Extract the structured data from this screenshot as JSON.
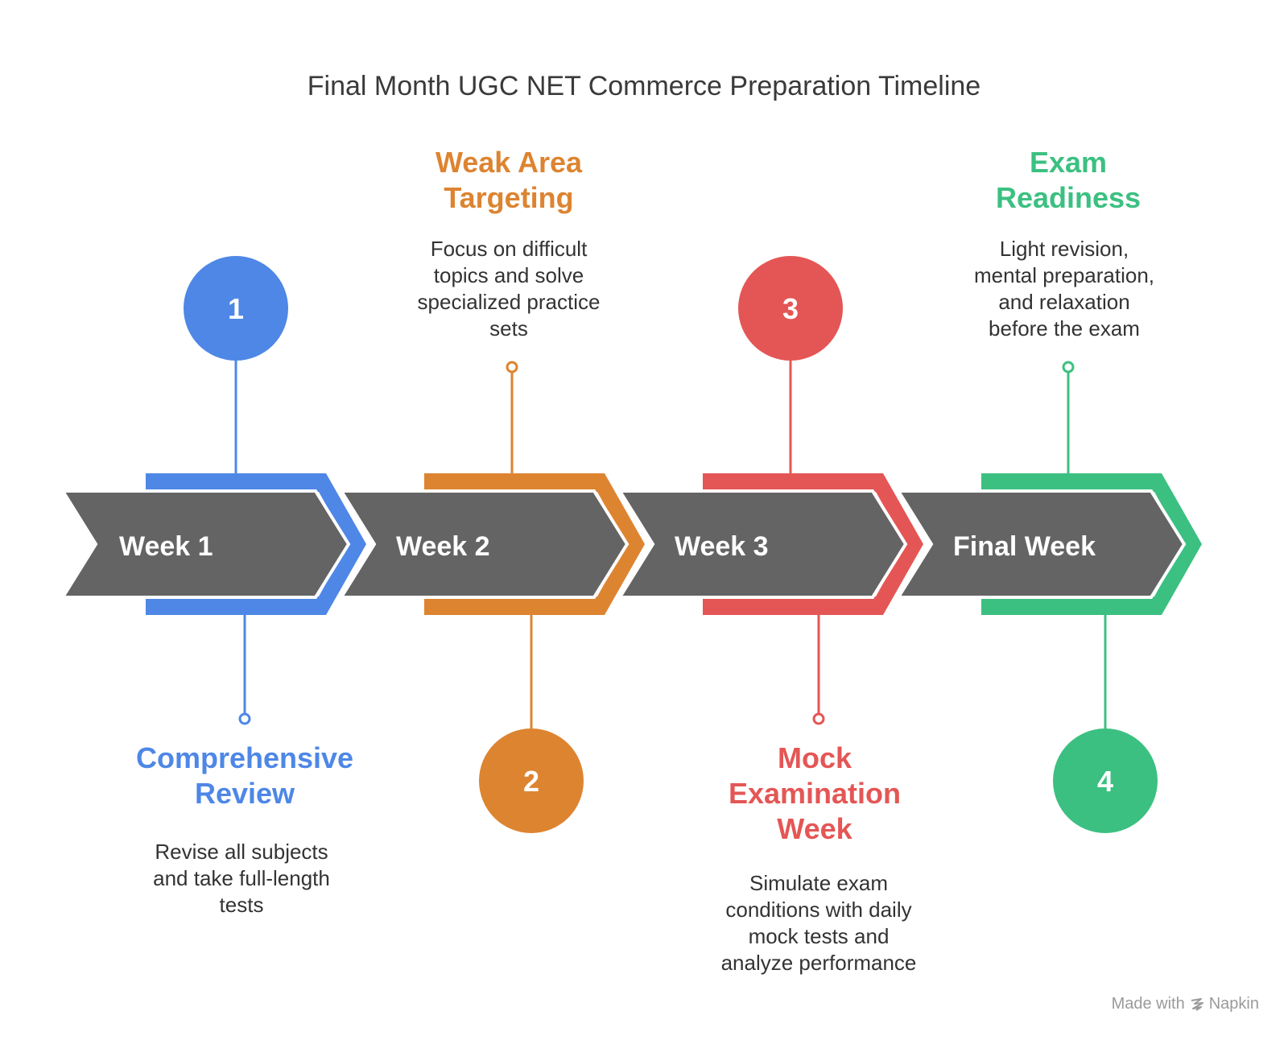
{
  "title": "Final Month UGC NET Commerce Preparation Timeline",
  "steps": [
    {
      "number": "1",
      "week": "Week 1",
      "heading": [
        "Comprehensive",
        "Review"
      ],
      "description": [
        "Revise all subjects",
        "and take full-length",
        "tests"
      ],
      "color": "#4e87e6"
    },
    {
      "number": "2",
      "week": "Week 2",
      "heading": [
        "Weak Area",
        "Targeting"
      ],
      "description": [
        "Focus on difficult",
        "topics and solve",
        "specialized practice",
        "sets"
      ],
      "color": "#dd8431"
    },
    {
      "number": "3",
      "week": "Week 3",
      "heading": [
        "Mock",
        "Examination",
        "Week"
      ],
      "description": [
        "Simulate exam",
        "conditions with daily",
        "mock tests and",
        "analyze performance"
      ],
      "color": "#e45655"
    },
    {
      "number": "4",
      "week": "Final Week",
      "heading": [
        "Exam",
        "Readiness"
      ],
      "description": [
        "Light revision,",
        "mental preparation,",
        "and relaxation",
        "before the exam"
      ],
      "color": "#3cc081"
    }
  ],
  "chevron_color": "#646464",
  "watermark": {
    "prefix": "Made with",
    "brand": "Napkin"
  }
}
